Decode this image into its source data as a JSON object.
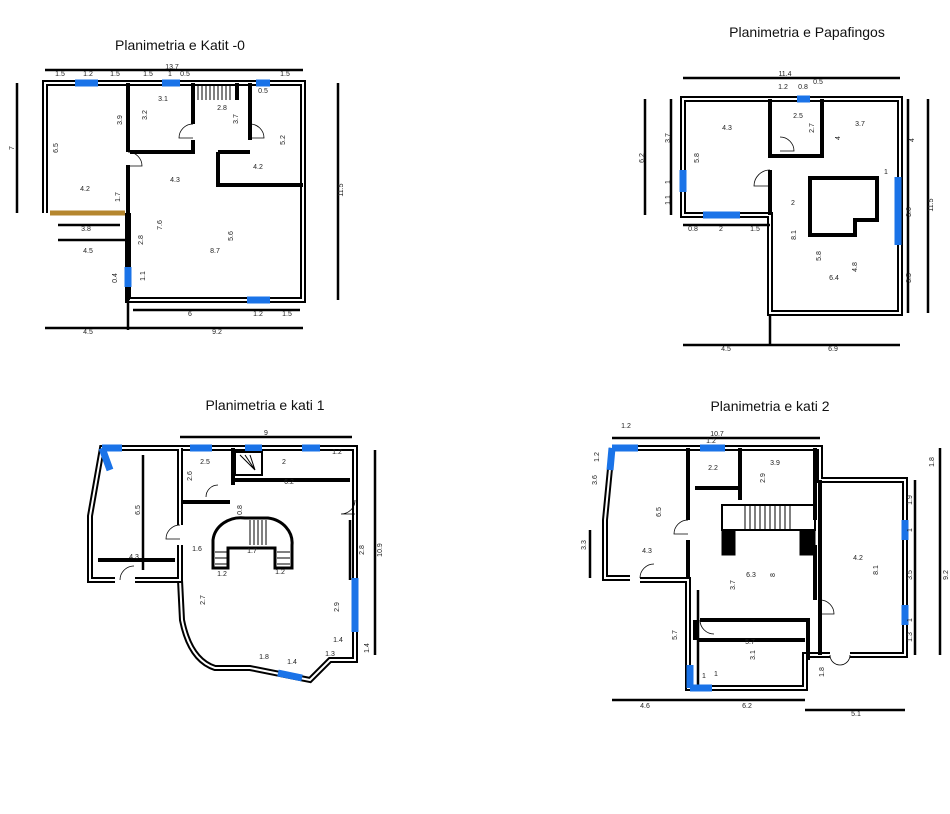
{
  "plans": [
    {
      "title": "Planimetria e Katit -0",
      "labels": [
        "13.7",
        "1.5",
        "1.2",
        "1.5",
        "1.5",
        "1",
        "0.5",
        "1.5",
        "0.5",
        "3.1",
        "3.2",
        "3.9",
        "2.8",
        "3.7",
        "5.2",
        "6.5",
        "4.2",
        "1.7",
        "4.3",
        "4.2",
        "7.6",
        "5.6",
        "3.8",
        "2.8",
        "4.5",
        "8.7",
        "0.4",
        "1.1",
        "6",
        "1.2",
        "1.5",
        "4.5",
        "9.2",
        "7",
        "11.5"
      ]
    },
    {
      "title": "Planimetria e Papafingos",
      "labels": [
        "11.4",
        "1.2",
        "0.8",
        "0.5",
        "2.5",
        "2.7",
        "4.3",
        "3.7",
        "4",
        "4",
        "6.2",
        "3.7",
        "5.8",
        "1",
        "1",
        "1.1",
        "2",
        "3.6",
        "11.5",
        "0.8",
        "2",
        "1.5",
        "8.1",
        "5.8",
        "4.8",
        "6.4",
        "3.5",
        "4.5",
        "6.9"
      ]
    },
    {
      "title": "Planimetria e kati 1",
      "labels": [
        "9",
        "1.2",
        "2.5",
        "2",
        "2.6",
        "6.2",
        "6.5",
        "0.8",
        "2.8",
        "10.9",
        "1.6",
        "1.7",
        "4.3",
        "1.2",
        "1.2",
        "2.7",
        "2.9",
        "1.4",
        "1.4",
        "1.8",
        "1.4",
        "1.3"
      ]
    },
    {
      "title": "Planimetria e kati 2",
      "labels": [
        "1.2",
        "10.7",
        "1.2",
        "1.2",
        "3.6",
        "2.2",
        "3.9",
        "2.9",
        "1.8",
        "1.9",
        "6.5",
        "1",
        "3.3",
        "4.3",
        "4.2",
        "8.1",
        "3.5",
        "9.2",
        "6.3",
        "8",
        "3.7",
        "1",
        "5.7",
        "1.3",
        "5.7",
        "3.1",
        "1.8",
        "1",
        "1",
        "4.6",
        "6.2",
        "5.1"
      ]
    }
  ],
  "colors": {
    "window": "#1a73e8",
    "wall": "#000000",
    "threshold": "#b5862e"
  }
}
